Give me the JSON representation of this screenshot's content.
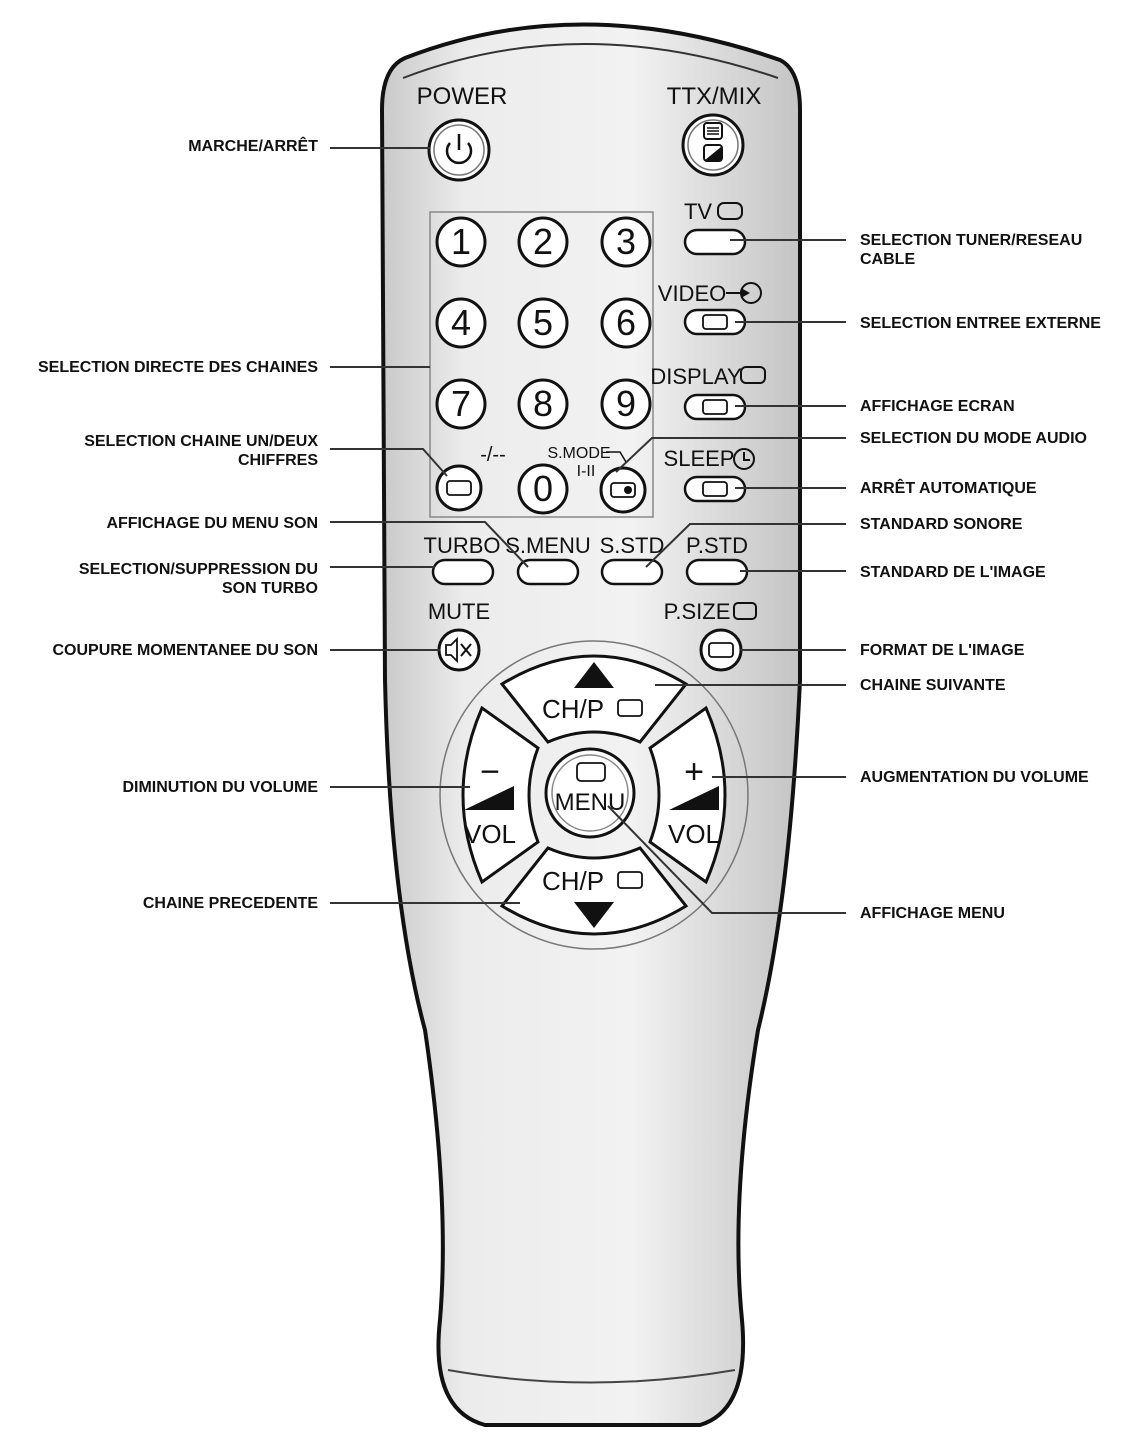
{
  "remote": {
    "power_label": "POWER",
    "ttx_label": "TTX/MIX",
    "tv_label": "TV",
    "video_label": "VIDEO",
    "display_label": "DISPLAY",
    "sleep_label": "SLEEP",
    "smode_label": "S.MODE",
    "smode_sub_label": "I-II",
    "digit_mode_label": "-/--",
    "digits": [
      "1",
      "2",
      "3",
      "4",
      "5",
      "6",
      "7",
      "8",
      "9",
      "0"
    ],
    "turbo_label": "TURBO",
    "smenu_label": "S.MENU",
    "sstd_label": "S.STD",
    "pstd_label": "P.STD",
    "mute_label": "MUTE",
    "psize_label": "P.SIZE",
    "chp_up_label": "CH/P",
    "chp_down_label": "CH/P",
    "vol_left_label": "VOL",
    "vol_right_label": "VOL",
    "vol_minus_sign": "−",
    "vol_plus_sign": "+",
    "menu_label": "MENU"
  },
  "callouts_left": {
    "marche_arret": "MARCHE/ARRÊT",
    "selection_directe": "SELECTION DIRECTE DES CHAINES",
    "selection_chaine_1": "SELECTION CHAINE UN/DEUX",
    "selection_chaine_2": "CHIFFRES",
    "affichage_menu_son": "AFFICHAGE DU MENU SON",
    "turbo_1": "SELECTION/SUPPRESSION DU",
    "turbo_2": "SON TURBO",
    "coupure_son": "COUPURE MOMENTANEE DU SON",
    "diminution_volume": "DIMINUTION DU VOLUME",
    "chaine_precedente": "CHAINE PRECEDENTE"
  },
  "callouts_right": {
    "tuner_1": "SELECTION TUNER/RESEAU",
    "tuner_2": "CABLE",
    "entree_externe": "SELECTION ENTREE EXTERNE",
    "affichage_ecran": "AFFICHAGE ECRAN",
    "mode_audio": "SELECTION DU MODE AUDIO",
    "arret_auto": "ARRÊT AUTOMATIQUE",
    "standard_sonore": "STANDARD SONORE",
    "standard_image": "STANDARD DE L'IMAGE",
    "format_image": "FORMAT DE L'IMAGE",
    "chaine_suivante": "CHAINE SUIVANTE",
    "augmentation_volume": "AUGMENTATION DU VOLUME",
    "affichage_menu": "AFFICHAGE MENU"
  }
}
